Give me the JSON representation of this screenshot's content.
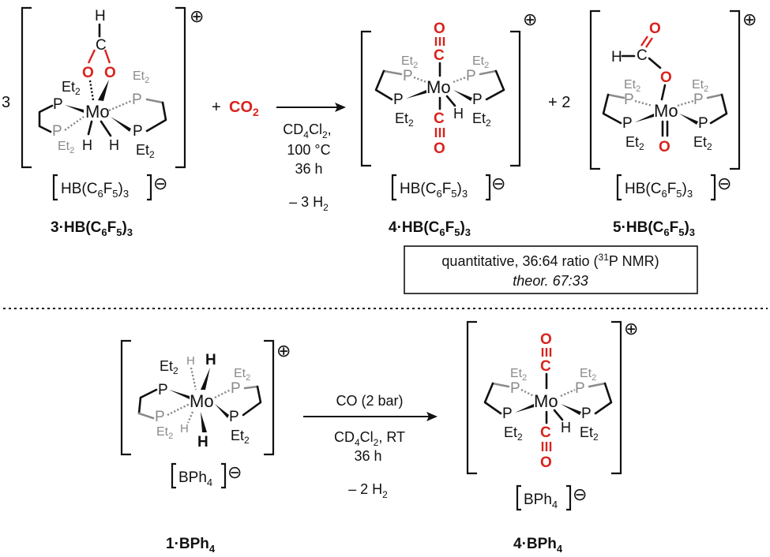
{
  "top": {
    "coef_left": "3",
    "plus1": "+",
    "co2": "CO",
    "co2_sub": "2",
    "cond_line1_a": "CD",
    "cond_line1_s1": "4",
    "cond_line1_b": "Cl",
    "cond_line1_s2": "2",
    "cond_line1_c": ",",
    "cond_temp": "100 °C",
    "cond_time": "36 h",
    "cond_loss_a": "– 3 H",
    "cond_loss_s": "2",
    "plus2": "+ 2",
    "label3": "3·HB(C",
    "label4": "4·HB(C",
    "label5": "5·HB(C",
    "result_line1": "quantitative, 36:64 ratio (",
    "result_sup": "31",
    "result_nmr": "P NMR)",
    "result_line2": "theor. 67:33"
  },
  "bottom": {
    "cond_line1": "CO (2 bar)",
    "cond_line2_a": "CD",
    "cond_line2_s1": "4",
    "cond_line2_b": "Cl",
    "cond_line2_s2": "2",
    "cond_line2_c": ", RT",
    "cond_time": "36 h",
    "cond_loss_a": "– 2 H",
    "cond_loss_s": "2",
    "label1": "1·BPh",
    "label1_sub": "4",
    "label4": "4·BPh",
    "label4_sub": "4"
  },
  "atoms": {
    "metal": "Mo",
    "phos": "P",
    "et": "Et",
    "et_sub": "2",
    "hydride": "H",
    "oxygen": "O",
    "carbon": "C"
  },
  "anion": {
    "hb_a": "HB(C",
    "c6": "6",
    "f": "F",
    "f5": "5",
    "close": ")",
    "three": "3",
    "bph": "BPh",
    "four": "4"
  },
  "charges": {
    "plus": "⊕",
    "minus": "⊖"
  }
}
